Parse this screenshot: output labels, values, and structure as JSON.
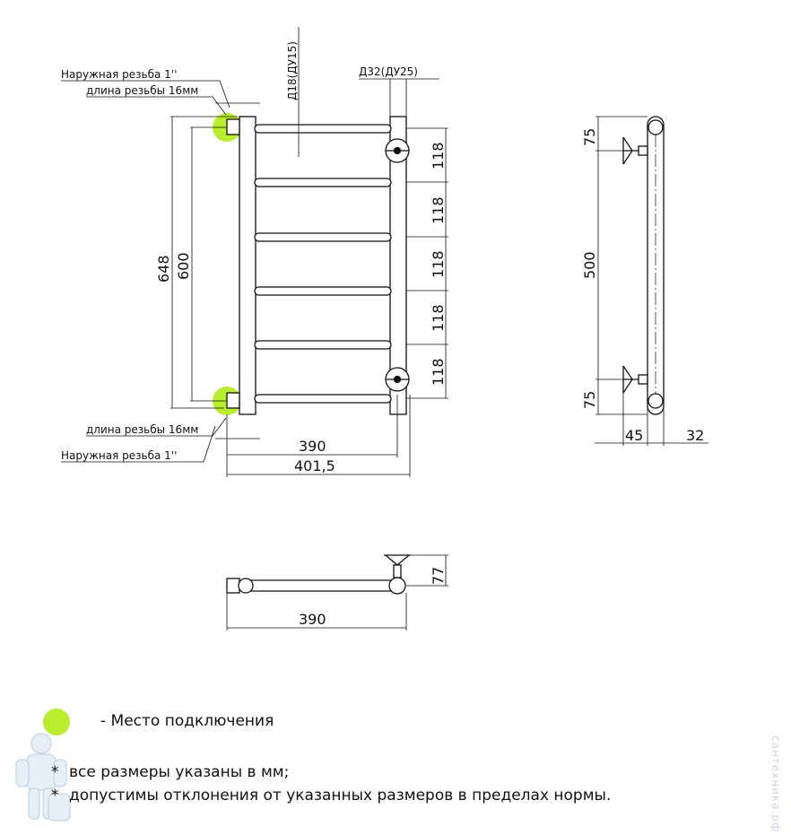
{
  "labels": {
    "thread_top": "Наружная резьба 1''",
    "thread_len_top": "длина резьбы 16мм",
    "thread_len_bottom": "длина резьбы 16мм",
    "thread_bottom": "Наружная резьба 1''",
    "pipe_d18": "Д18(ДУ15)",
    "pipe_d32": "Д32(ДУ25)"
  },
  "dimensions": {
    "total_height": "648",
    "center_height": "600",
    "rung_spacing": [
      "118",
      "118",
      "118",
      "118",
      "118"
    ],
    "width_390": "390",
    "width_4015": "401,5",
    "side_75_top": "75",
    "side_500": "500",
    "side_75_bottom": "75",
    "side_45": "45",
    "side_32": "32",
    "bottom_77": "77",
    "bottom_390": "390"
  },
  "legend": {
    "connection_text": "- Место подключения",
    "connection_color": "#b8ee2e"
  },
  "notes": [
    "все размеры указаны в мм;",
    "допустимы отклонения от указанных размеров в пределах нормы."
  ],
  "watermark": "сантехника.рф"
}
